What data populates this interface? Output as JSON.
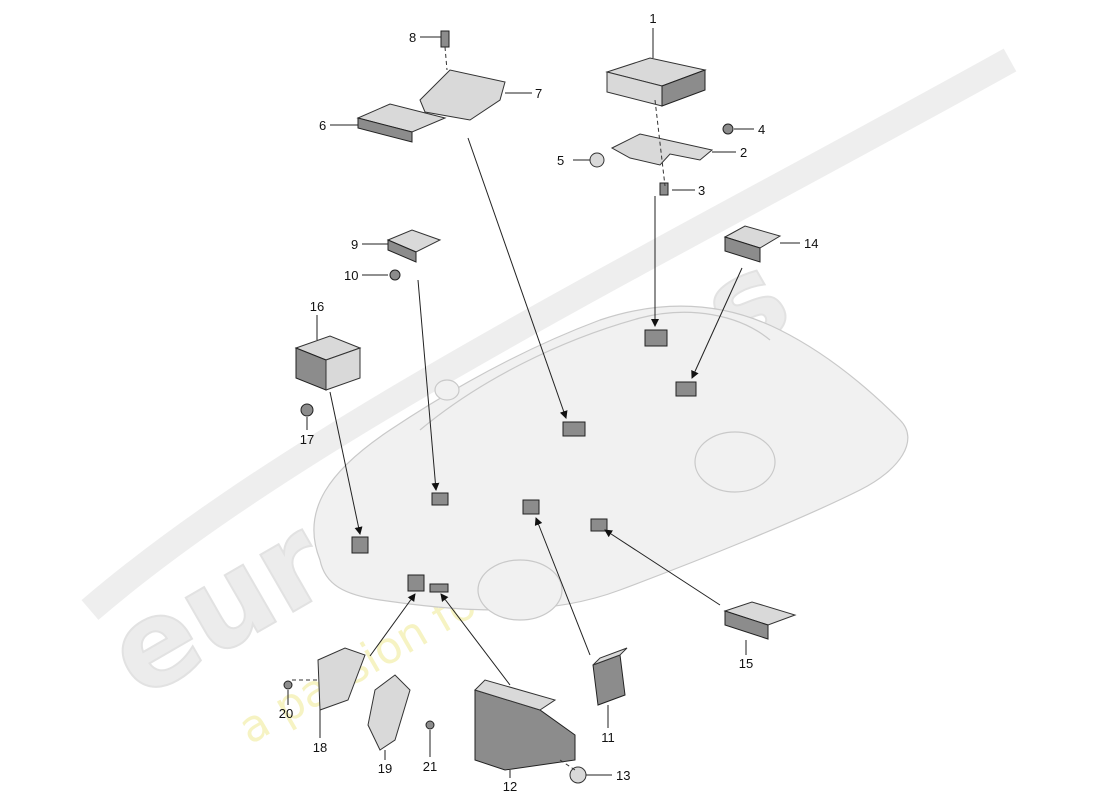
{
  "watermark": {
    "brand": "eurospares",
    "tagline": "a passion for parts since 1985"
  },
  "parts": [
    {
      "id": "part-1",
      "label": "1"
    },
    {
      "id": "part-2",
      "label": "2"
    },
    {
      "id": "part-3",
      "label": "3"
    },
    {
      "id": "part-4",
      "label": "4"
    },
    {
      "id": "part-5",
      "label": "5"
    },
    {
      "id": "part-6",
      "label": "6"
    },
    {
      "id": "part-7",
      "label": "7"
    },
    {
      "id": "part-8",
      "label": "8"
    },
    {
      "id": "part-9",
      "label": "9"
    },
    {
      "id": "part-10",
      "label": "10"
    },
    {
      "id": "part-11",
      "label": "11"
    },
    {
      "id": "part-12",
      "label": "12"
    },
    {
      "id": "part-13",
      "label": "13"
    },
    {
      "id": "part-14",
      "label": "14"
    },
    {
      "id": "part-15",
      "label": "15"
    },
    {
      "id": "part-16",
      "label": "16"
    },
    {
      "id": "part-17",
      "label": "17"
    },
    {
      "id": "part-18",
      "label": "18"
    },
    {
      "id": "part-19",
      "label": "19"
    },
    {
      "id": "part-20",
      "label": "20"
    },
    {
      "id": "part-21",
      "label": "21"
    }
  ]
}
